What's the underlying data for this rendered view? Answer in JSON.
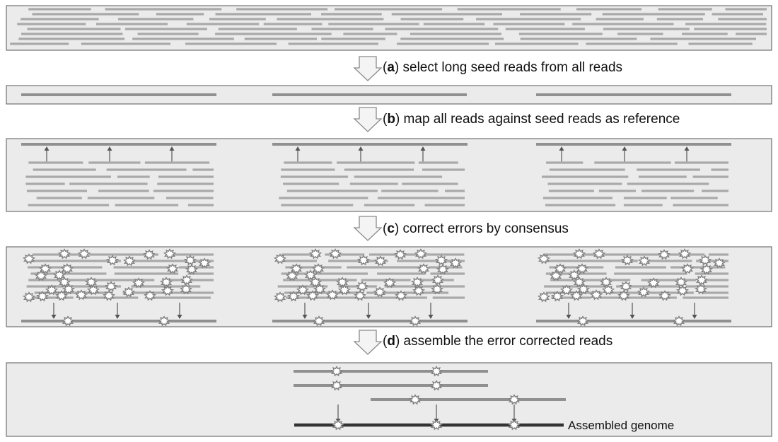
{
  "steps": [
    {
      "letter": "a",
      "text": "select long seed reads from all reads"
    },
    {
      "letter": "b",
      "text": "map all reads against seed reads as reference"
    },
    {
      "letter": "c",
      "text": "correct errors by consensus"
    },
    {
      "letter": "d",
      "text": "assemble the error corrected reads"
    }
  ],
  "assembled_label": "Assembled genome",
  "colors": {
    "panel_fill": "#ebebeb",
    "panel_border": "#555555",
    "read": "#a9a9a9",
    "seed_read": "#909090",
    "assembled_genome": "#333333",
    "error_marker": "#ffffff"
  }
}
